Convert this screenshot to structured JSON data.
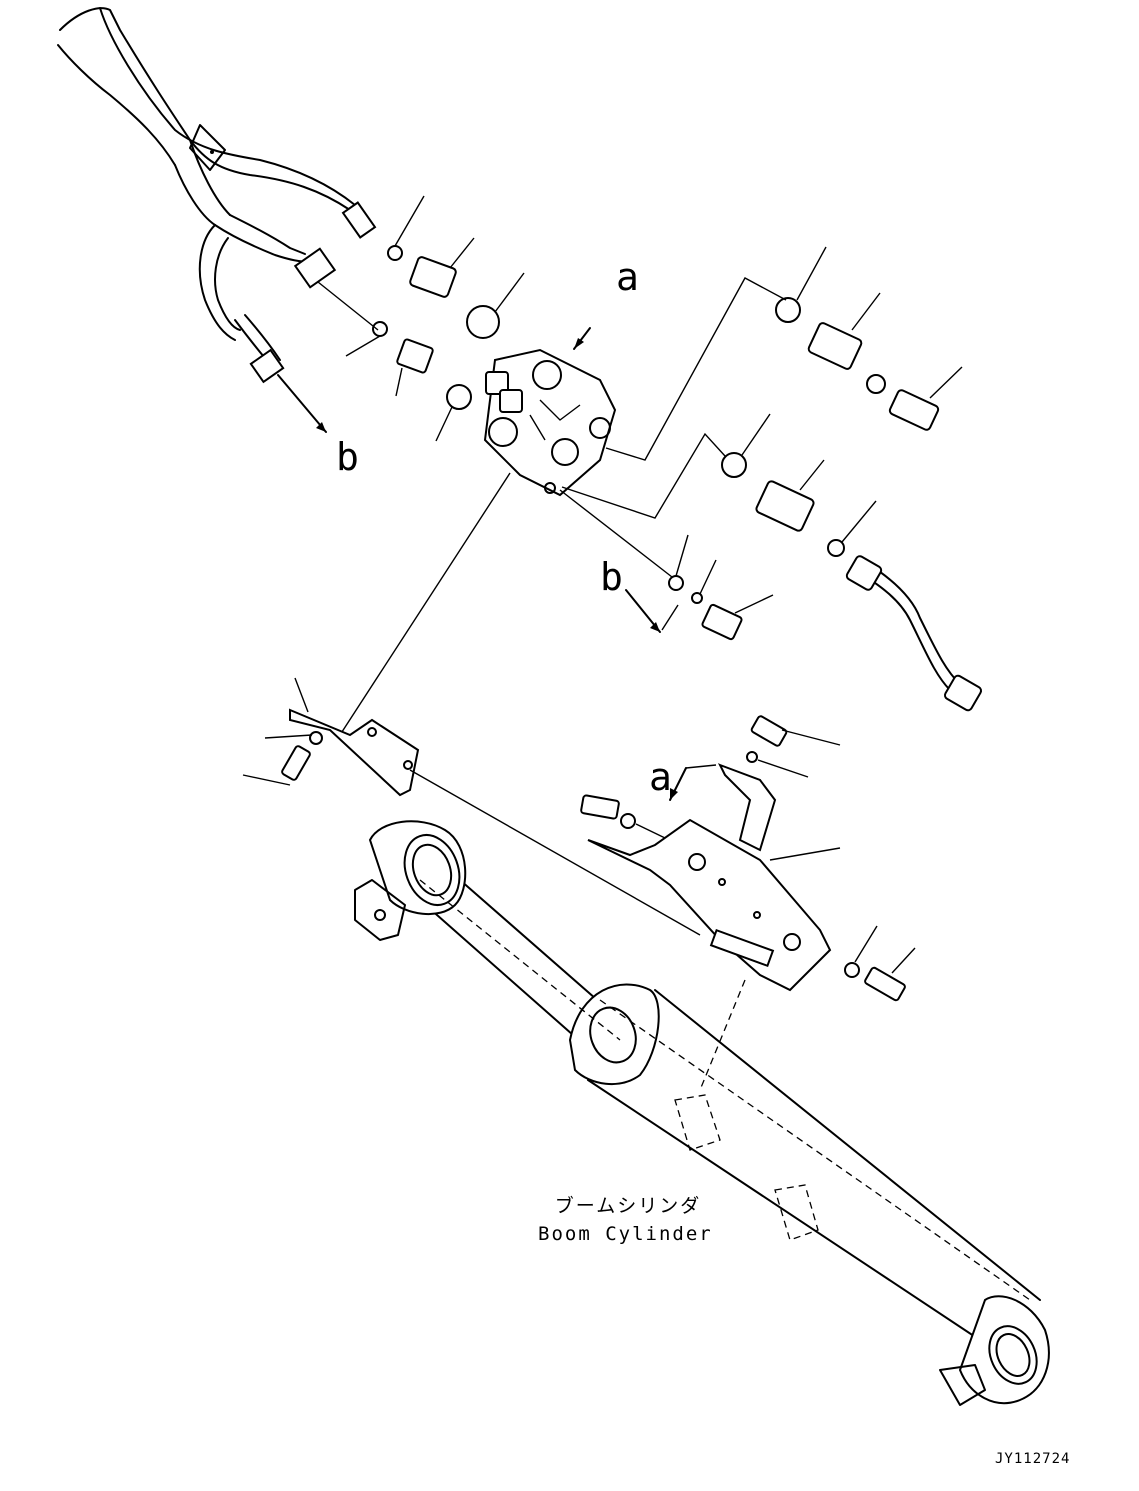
{
  "callouts": {
    "a_top": "a",
    "b_left": "b",
    "b_mid": "b",
    "a_bottom": "a"
  },
  "caption": {
    "japanese": "ブームシリンダ",
    "english": "Boom Cylinder"
  },
  "drawing_code": "JY112724"
}
